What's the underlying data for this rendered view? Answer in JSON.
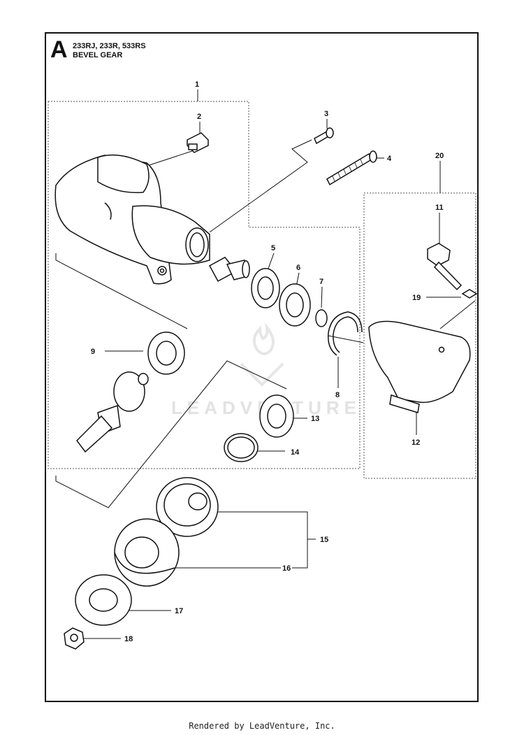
{
  "header": {
    "section_letter": "A",
    "models": "233RJ, 233R, 533RS",
    "title": "BEVEL GEAR"
  },
  "watermark": "LEADVENTURE",
  "footer": "Rendered by LeadVenture, Inc.",
  "callouts": [
    "1",
    "2",
    "3",
    "4",
    "20",
    "5",
    "6",
    "7",
    "11",
    "19",
    "9",
    "8",
    "13",
    "12",
    "14",
    "15",
    "16",
    "17",
    "18"
  ]
}
